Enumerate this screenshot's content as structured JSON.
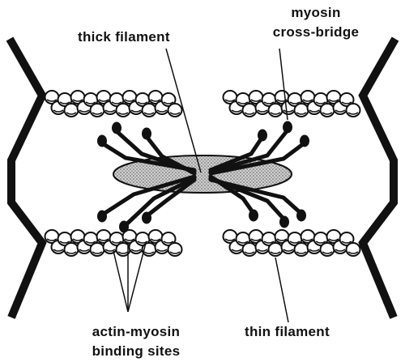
{
  "labels": {
    "thick_filament": "thick  filament",
    "cross_bridge_line1": "myosin",
    "cross_bridge_line2": "cross-bridge",
    "binding_line1": "actin-myosin",
    "binding_line2": "binding sites",
    "thin_filament": "thin  filament"
  },
  "colors": {
    "ink": "#111111",
    "thick_filament_fill": "#bdbdbd",
    "actin_bead_fill": "#ffffff"
  }
}
